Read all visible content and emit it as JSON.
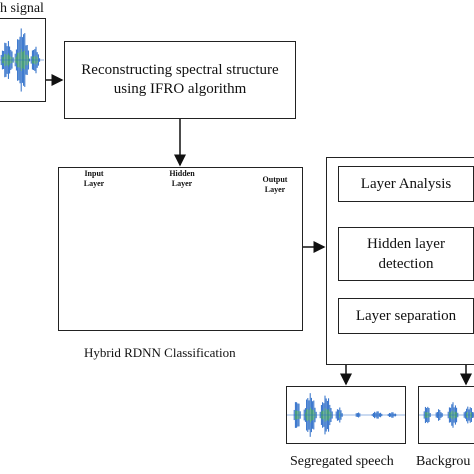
{
  "input_label": "h signal",
  "reconstruct_box": "Reconstructing spectral structure using IFRO algorithm",
  "nn": {
    "input_layer": "Input\nLayer",
    "hidden_layer": "Hidden\nLayer",
    "output_layer": "Output\nLayer",
    "caption": "Hybrid RDNN Classification"
  },
  "steps": {
    "layer_analysis": "Layer Analysis",
    "hidden_detection": "Hidden layer\ndetection",
    "layer_separation": "Layer separation"
  },
  "outputs": {
    "segregated": "Segregated speech",
    "background": "Backgrou"
  },
  "colors": {
    "neuron_fill": "#dbe9f5",
    "output_fill": "#35c21a",
    "input_node": "#e8b800",
    "wave": "#2a6cc8",
    "wave_accent": "#49b04a"
  }
}
